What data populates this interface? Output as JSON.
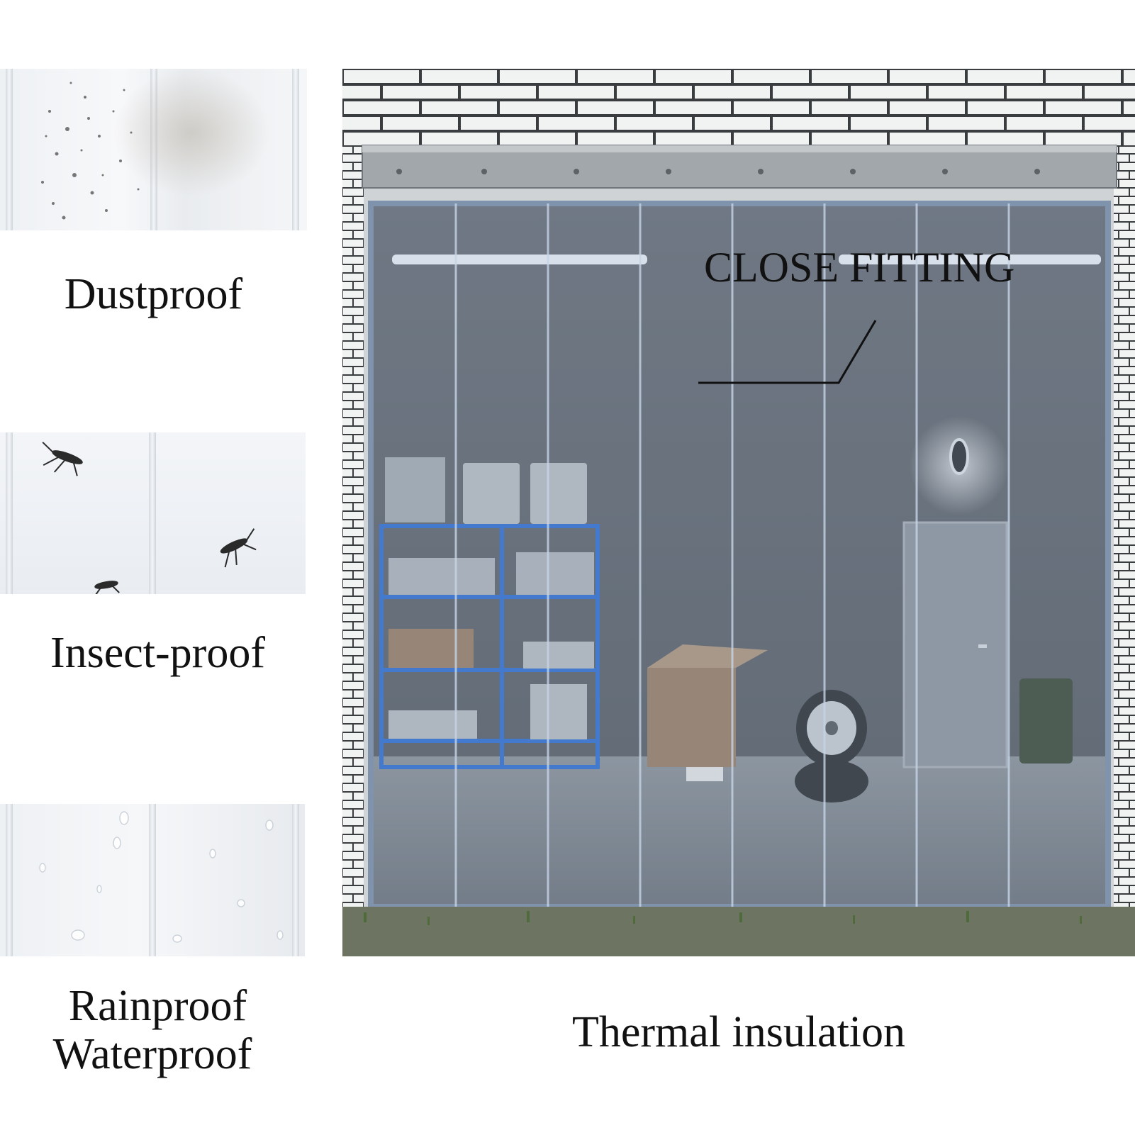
{
  "features": {
    "dustproof": "Dustproof",
    "insect_proof": "Insect-proof",
    "rainproof": "Rainproof",
    "waterproof": "Waterproof",
    "thermal": "Thermal insulation"
  },
  "callout": {
    "close_fitting": "CLOSE FITTING"
  },
  "colors": {
    "brick": "#f1f2f2",
    "mortar": "#3a3d40",
    "wall": "#5d6267",
    "curtain_tint": "#8ea4c2",
    "shelf": "#2f6fd0",
    "box": "#9a7d62",
    "floor": "#7e848a"
  }
}
